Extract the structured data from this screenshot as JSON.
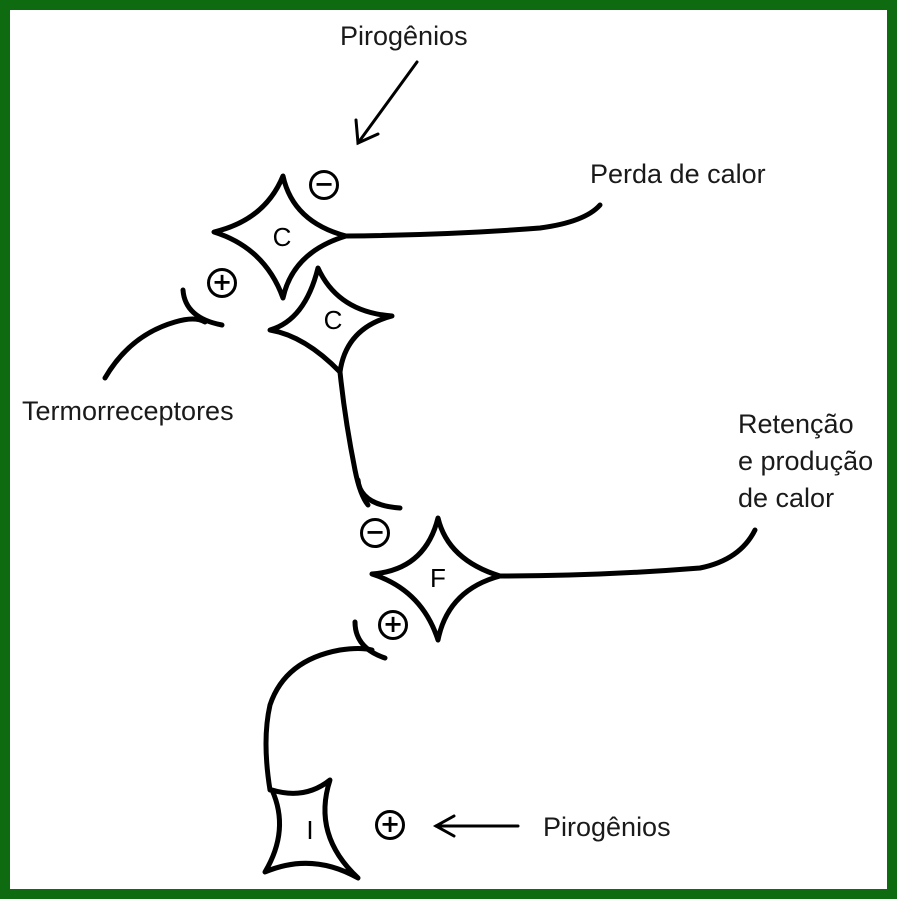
{
  "labels": {
    "pyrogens_top": "Pirogênios",
    "heat_loss": "Perda de calor",
    "thermoreceptors": "Termorreceptores",
    "heat_retention_line1": "Retenção",
    "heat_retention_line2": "e produção",
    "heat_retention_line3": "de calor",
    "pyrogens_bottom": "Pirogênios"
  },
  "cells": {
    "c1": "C",
    "c2": "C",
    "f": "F",
    "i": "I"
  },
  "signs": {
    "minus_top": "−",
    "plus_left": "+",
    "minus_mid": "−",
    "plus_mid": "+",
    "plus_bottom": "+"
  },
  "colors": {
    "frame": "#0f6b0f",
    "ink": "#000000"
  }
}
